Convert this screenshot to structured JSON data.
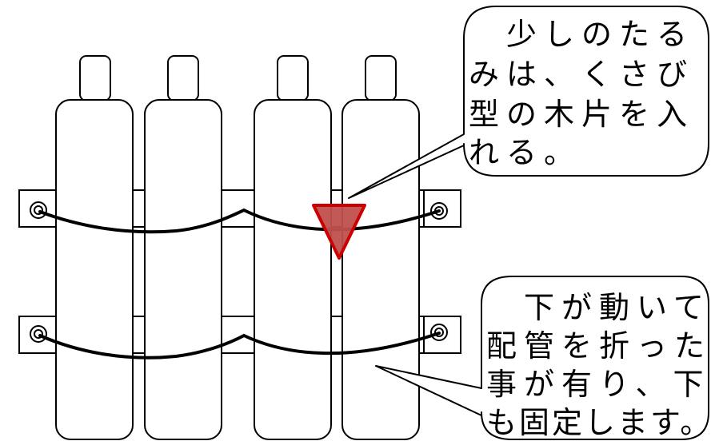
{
  "callouts": {
    "top": {
      "lines": [
        "　少しのたる",
        "みは、くさび",
        "型の木片を入",
        "れる。"
      ]
    },
    "bottom": {
      "lines": [
        "　下が動いて",
        "配管を折った",
        "事が有り、下",
        "も固定します。"
      ]
    }
  },
  "colors": {
    "stroke": "#000000",
    "fill": "#ffffff",
    "wedge_fill": "#c0504d",
    "wedge_stroke": "#cc0000"
  },
  "icons": {
    "wedge": "downward-triangle"
  }
}
